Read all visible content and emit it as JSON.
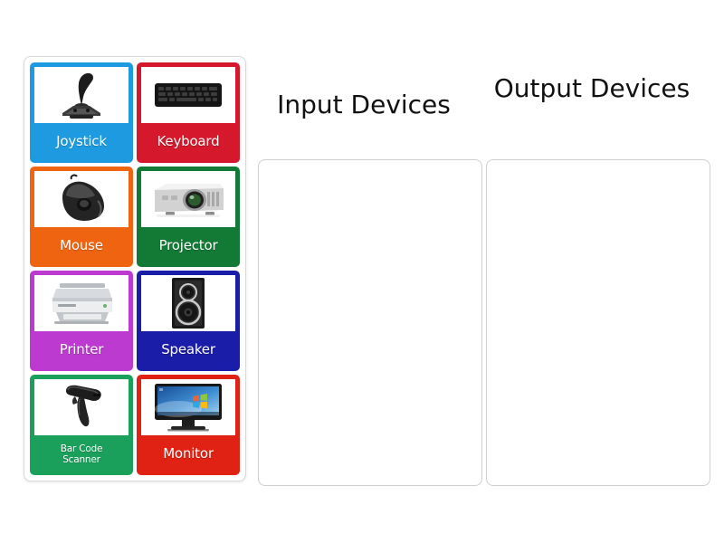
{
  "activity": {
    "type": "group-sort",
    "background_color": "#ffffff"
  },
  "tray": {
    "name": "draggable-cards-tray",
    "cards": [
      {
        "id": "joystick",
        "label": "Joystick",
        "icon": "joystick-icon",
        "color": "#1E9BE0",
        "category": "input",
        "multiline": false
      },
      {
        "id": "keyboard",
        "label": "Keyboard",
        "icon": "keyboard-icon",
        "color": "#D5182B",
        "category": "input",
        "multiline": false
      },
      {
        "id": "mouse",
        "label": "Mouse",
        "icon": "mouse-icon",
        "color": "#EE6411",
        "category": "input",
        "multiline": false
      },
      {
        "id": "projector",
        "label": "Projector",
        "icon": "projector-icon",
        "color": "#137A36",
        "category": "output",
        "multiline": false
      },
      {
        "id": "printer",
        "label": "Printer",
        "icon": "printer-icon",
        "color": "#BC3ACF",
        "category": "output",
        "multiline": false
      },
      {
        "id": "speaker",
        "label": "Speaker",
        "icon": "speaker-icon",
        "color": "#1A1DA8",
        "category": "output",
        "multiline": false
      },
      {
        "id": "scanner",
        "label": "Bar Code\nScanner",
        "icon": "barcode-scanner-icon",
        "color": "#1BA05C",
        "category": "input",
        "multiline": true
      },
      {
        "id": "monitor",
        "label": "Monitor",
        "icon": "monitor-icon",
        "color": "#E02214",
        "category": "output",
        "multiline": false
      }
    ]
  },
  "zones": {
    "input": {
      "heading": "Input Devices",
      "items": []
    },
    "output": {
      "heading": "Output Devices",
      "items": []
    }
  },
  "colors": {
    "tray_border": "#d9d9d9",
    "zone_border": "#cfcfcf",
    "heading_text": "#111111",
    "card_text": "#ffffff"
  }
}
